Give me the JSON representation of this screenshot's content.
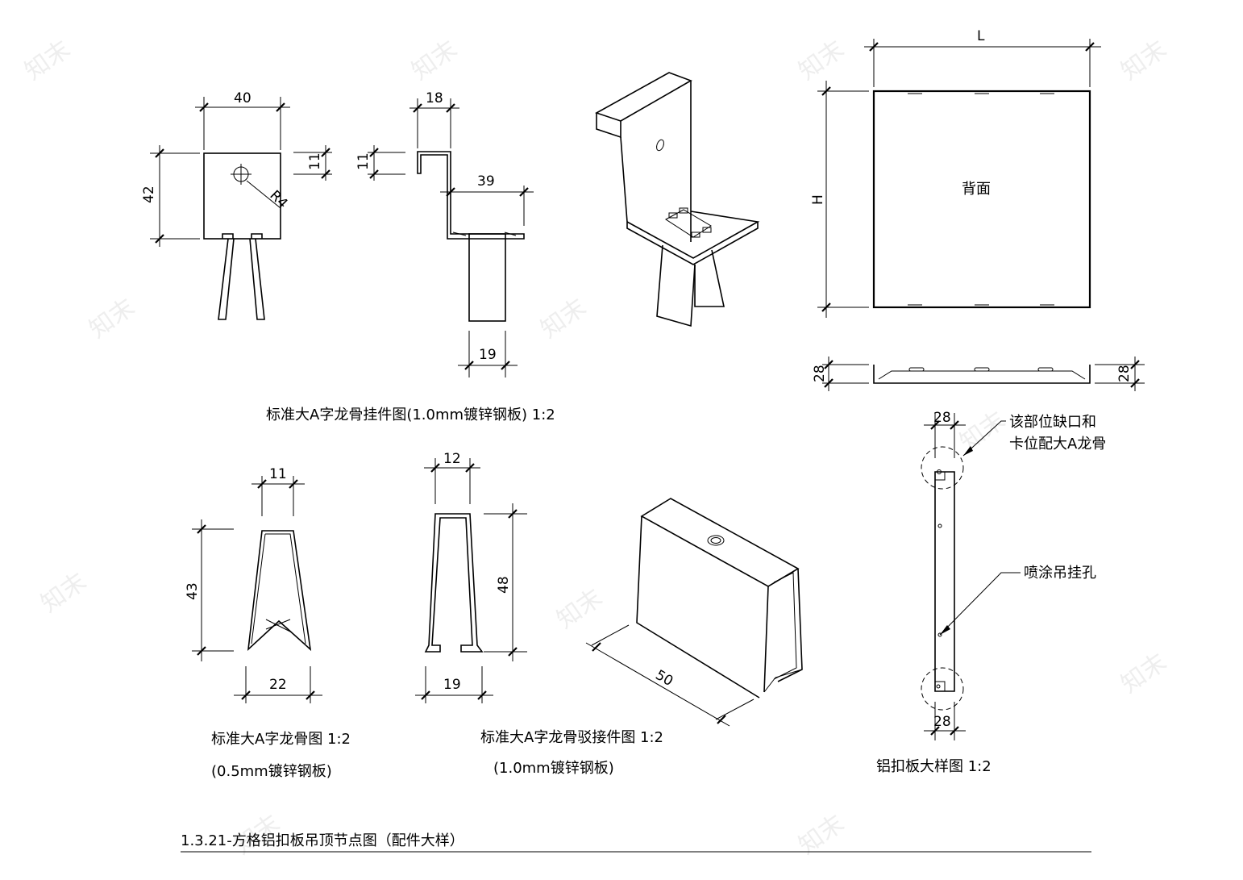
{
  "watermark": "知末",
  "dims": {
    "w40": "40",
    "h42": "42",
    "r4": "R4",
    "h11a": "11",
    "w18": "18",
    "h11b": "11",
    "w39": "39",
    "w19a": "19",
    "L": "L",
    "H": "H",
    "h28a": "28",
    "h28b": "28",
    "w11": "11",
    "h43": "43",
    "w22": "22",
    "w12": "12",
    "h48": "48",
    "w19b": "19",
    "d50": "50",
    "w28top": "28",
    "w28bot": "28"
  },
  "labels": {
    "back": "背面",
    "note1_line1": "该部位缺口和",
    "note1_line2": "卡位配大A龙骨",
    "note2": "喷涂吊挂孔"
  },
  "captions": {
    "hanger": "标准大A字龙骨挂件图(1.0mm镀锌钢板)   1:2",
    "keel_line1": "标准大A字龙骨图   1:2",
    "keel_line2": "(0.5mm镀锌钢板)",
    "splice_line1": "标准大A字龙骨驳接件图  1:2",
    "splice_line2": "(1.0mm镀锌钢板)",
    "plate": "铝扣板大样图  1:2",
    "title": "1.3.21-方格铝扣板吊顶节点图（配件大样）"
  }
}
